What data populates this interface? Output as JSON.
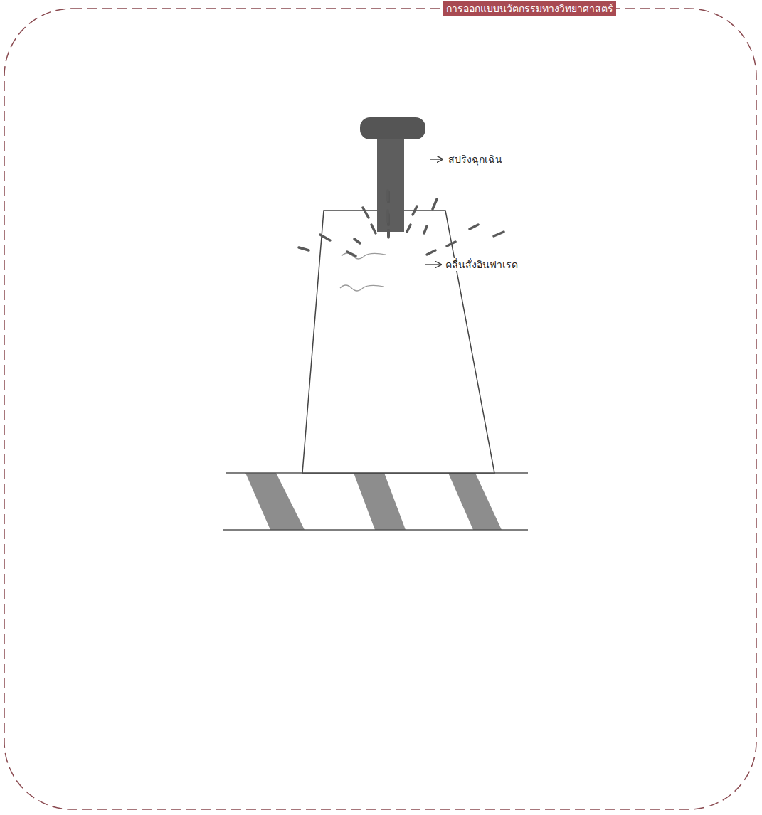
{
  "diagram": {
    "title": "การออกแบบนวัตกรรมทางวิทยาศาสตร์",
    "labels": [
      "สปริงฉุกเฉิน",
      "คลื่นสั่งอินฟาเรด"
    ]
  }
}
